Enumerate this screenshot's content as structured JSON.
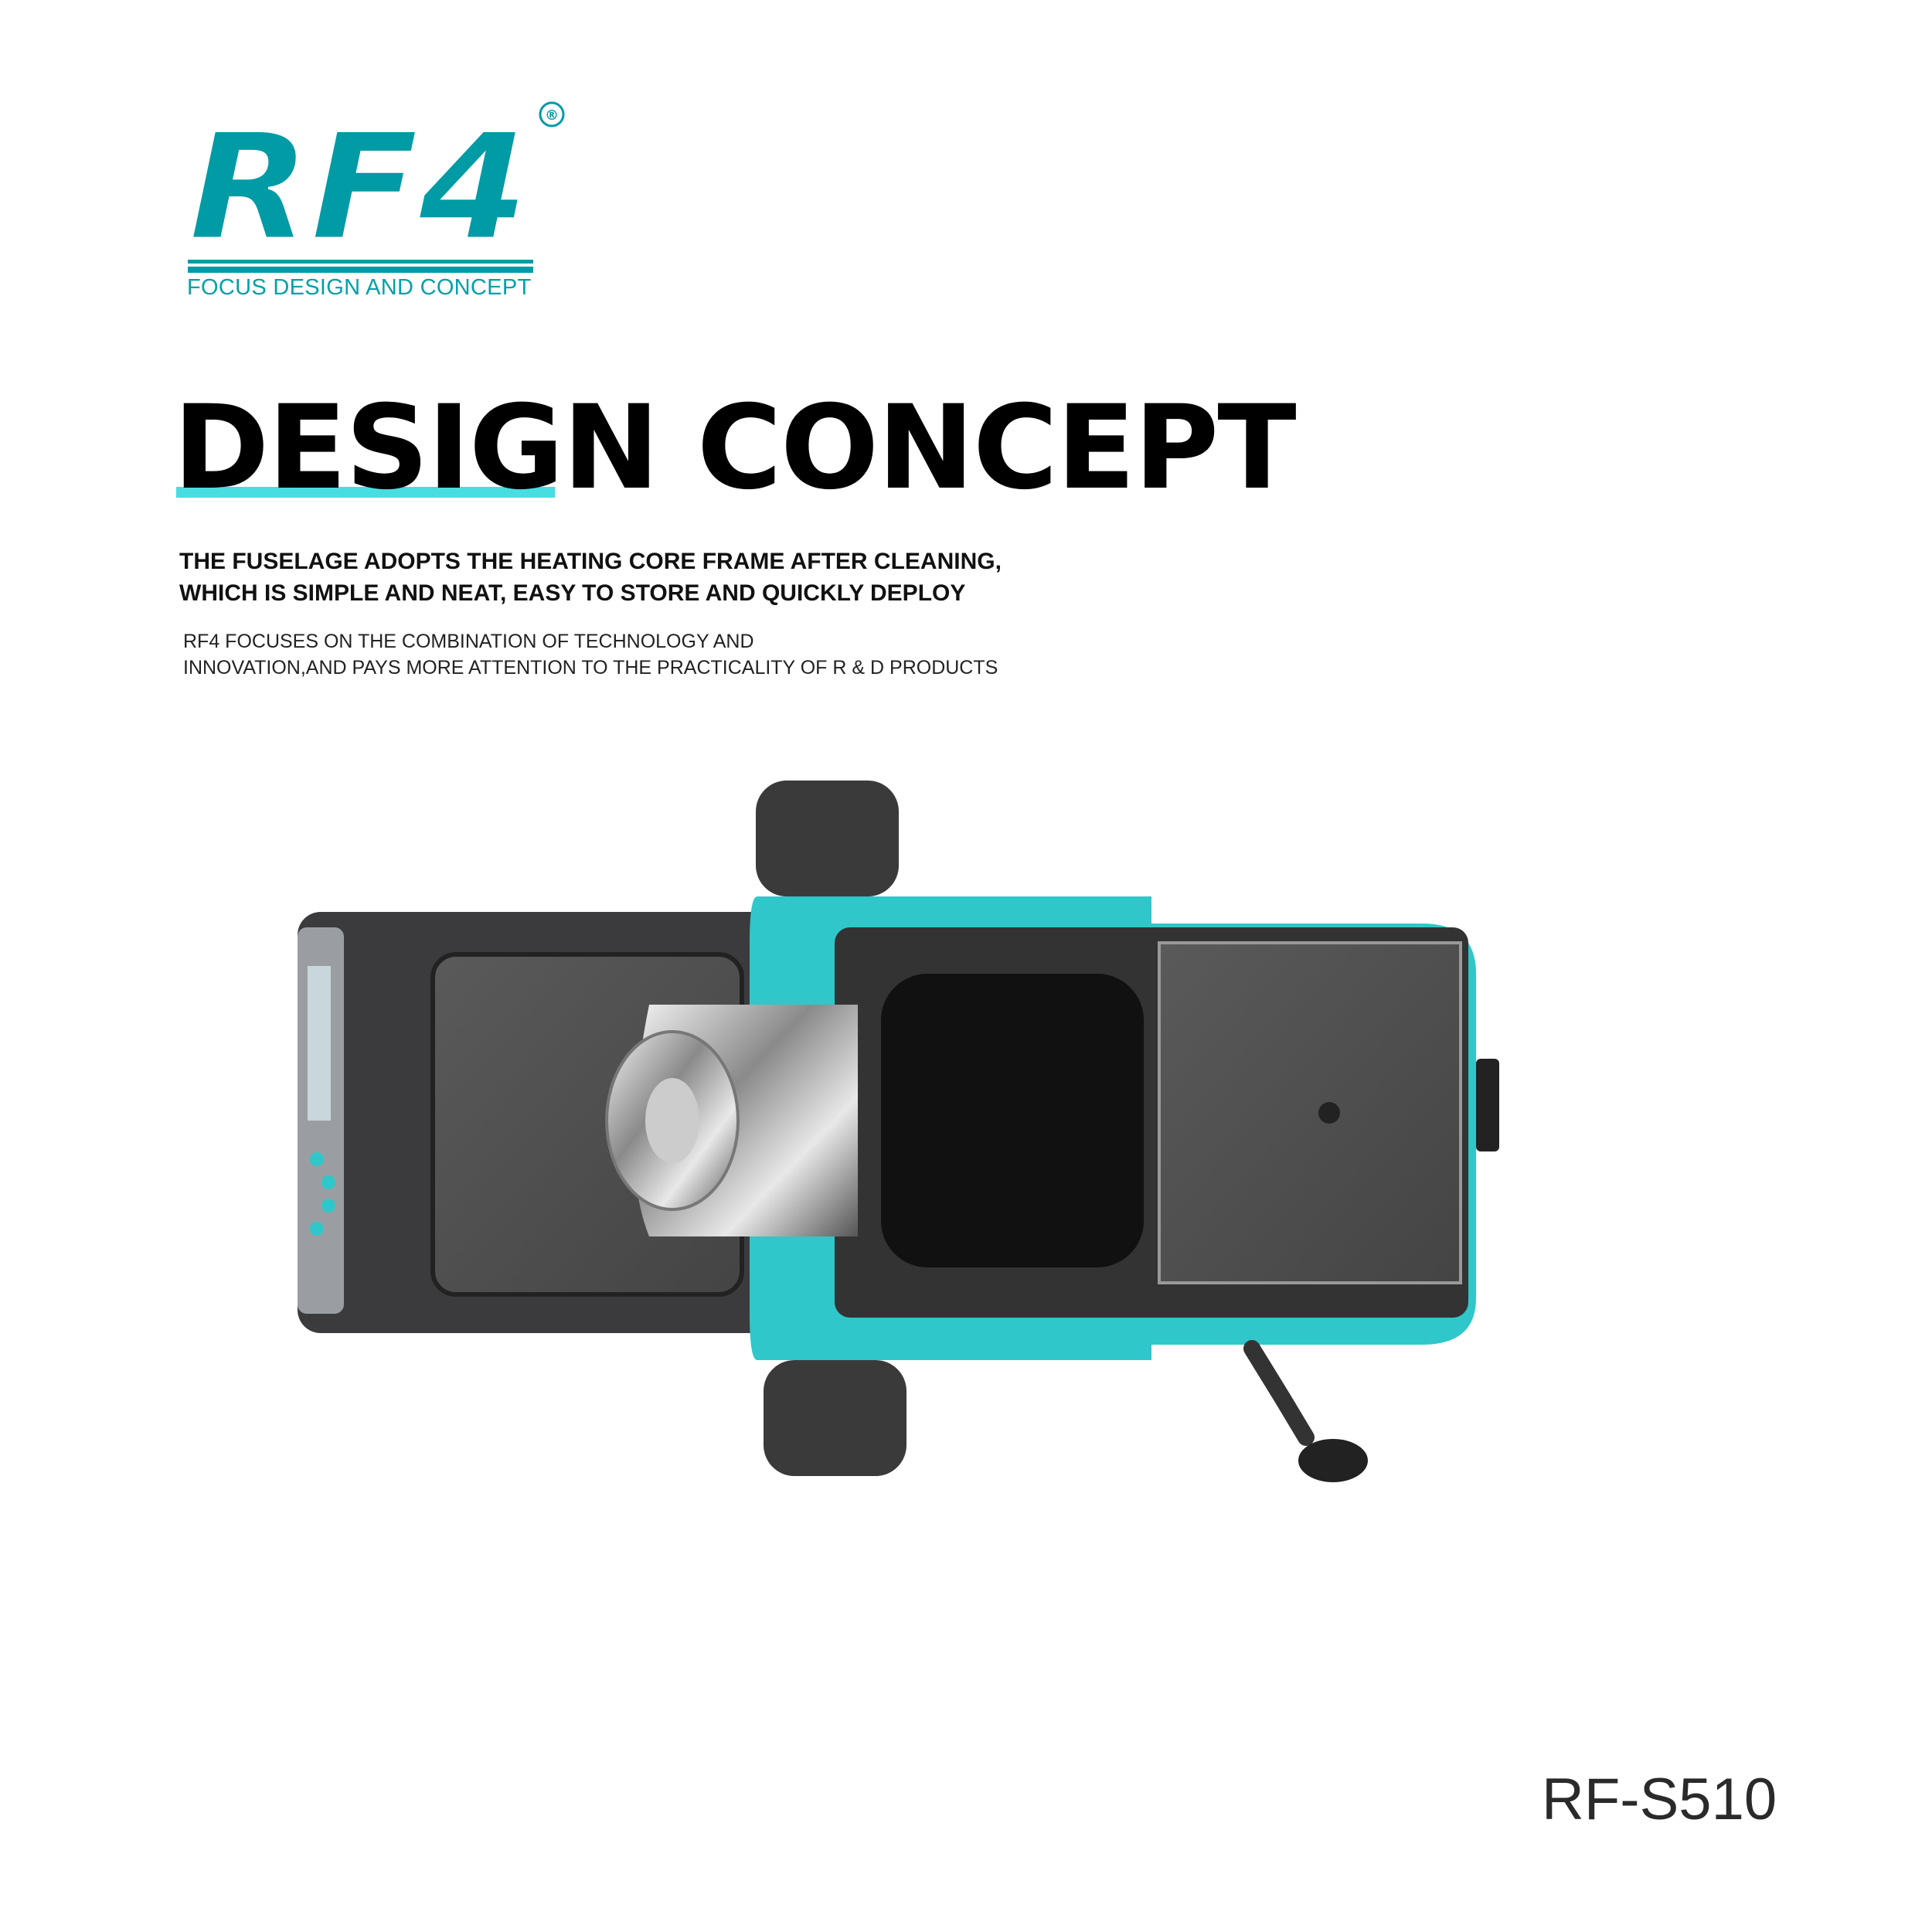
{
  "brand": {
    "logo_text": "RF4",
    "registered_mark": "®",
    "tagline": "FOCUS DESIGN AND CONCEPT",
    "color": "#009ba5"
  },
  "title": {
    "word1": "DESIGN",
    "word2": "CONCEPT",
    "underline_color": "#48dde0"
  },
  "headline": {
    "line1": "THE FUSELAGE ADOPTS THE HEATING CORE FRAME AFTER CLEANING,",
    "line2": "WHICH IS SIMPLE AND NEAT, EASY TO STORE AND  QUICKLY DEPLOY"
  },
  "body": {
    "line1": "RF4 FOCUSES ON THE COMBINATION OF TECHNOLOGY AND",
    "line2": "INNOVATION,AND PAYS MORE ATTENTION TO THE PRACTICALITY OF R & D PRODUCTS"
  },
  "product": {
    "accent_color": "#2fc7c9",
    "model": "RF-S510"
  }
}
